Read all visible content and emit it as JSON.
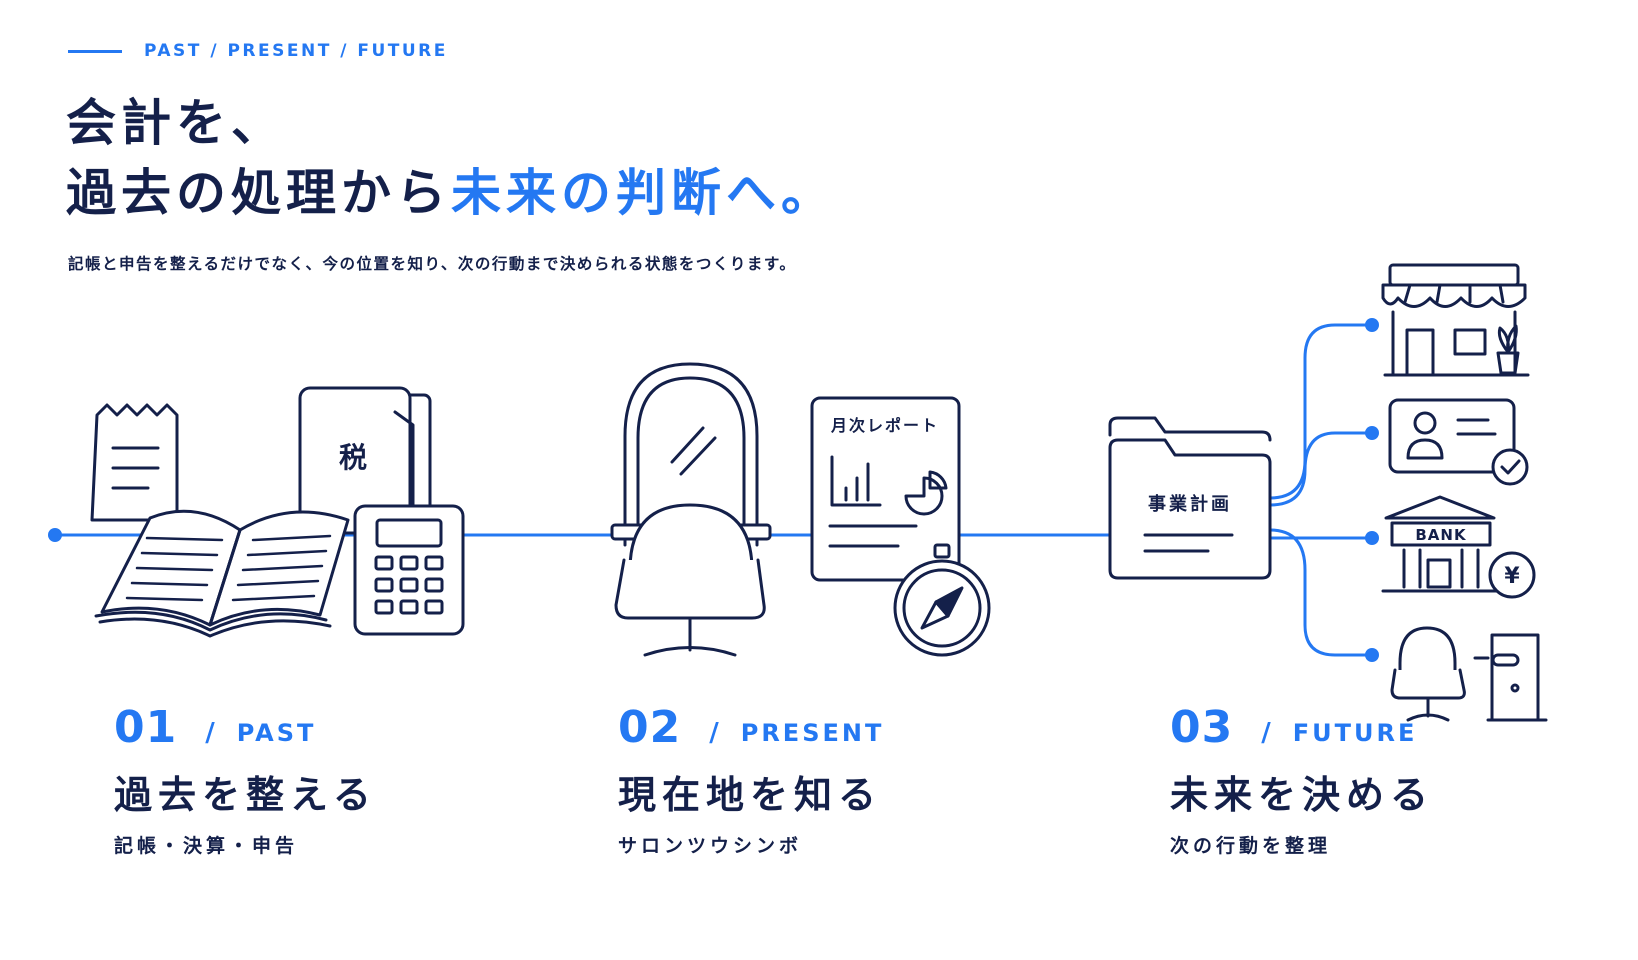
{
  "header": {
    "eyebrow": "PAST / PRESENT / FUTURE",
    "title_line1": "会計を、",
    "title_line2_dark": "過去の処理から",
    "title_line2_accent": "未来の判断へ。",
    "lead": "記帳と申告を整えるだけでなく、今の位置を知り、次の行動まで決められる状態をつくります。"
  },
  "illustration_labels": {
    "tax_folder": "税",
    "monthly_report": "月次レポート",
    "business_plan": "事業計画",
    "bank": "BANK",
    "yen": "¥"
  },
  "steps": [
    {
      "number": "01",
      "slash": "/",
      "english": "PAST",
      "title": "過去を整える",
      "subtitle": "記帳・決算・申告"
    },
    {
      "number": "02",
      "slash": "/",
      "english": "PRESENT",
      "title": "現在地を知る",
      "subtitle": "サロンツウシンボ"
    },
    {
      "number": "03",
      "slash": "/",
      "english": "FUTURE",
      "title": "未来を決める",
      "subtitle": "次の行動を整理"
    }
  ],
  "colors": {
    "accent": "#2478f2",
    "ink": "#14204a",
    "background": "#ffffff"
  }
}
